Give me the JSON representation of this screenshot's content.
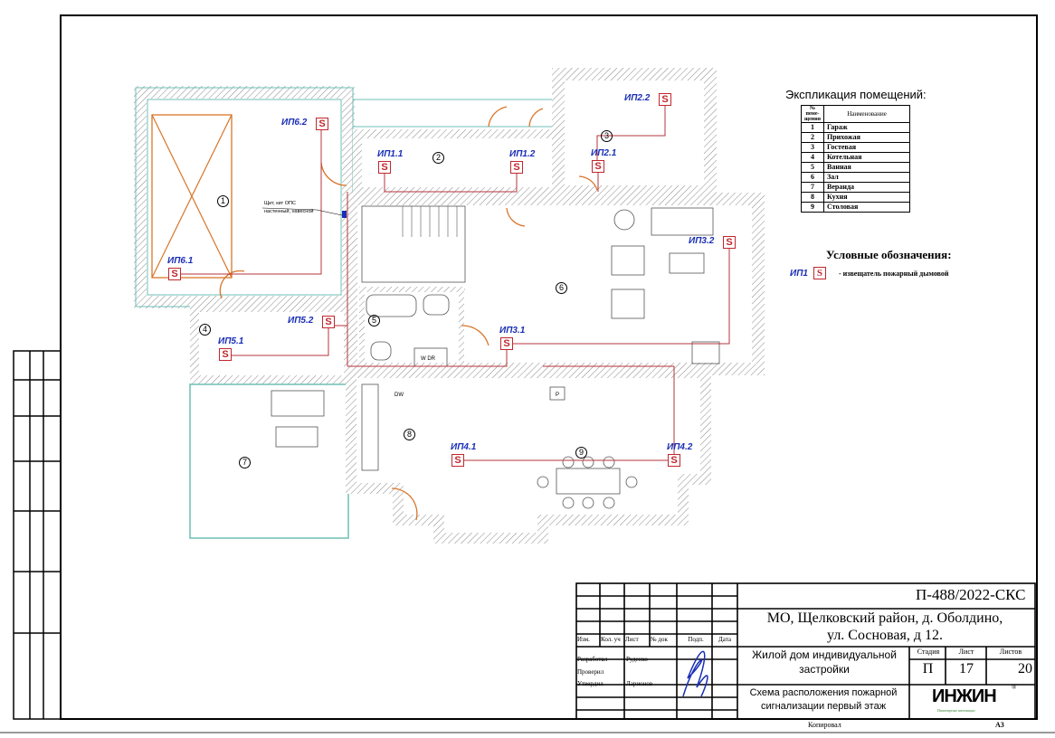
{
  "explication": {
    "title": "Экспликация помещений:",
    "col_num": "№ поме-щения",
    "col_name": "Наименование",
    "rooms": [
      {
        "num": "1",
        "name": "Гараж"
      },
      {
        "num": "2",
        "name": "Прихожая"
      },
      {
        "num": "3",
        "name": "Гостевая"
      },
      {
        "num": "4",
        "name": "Котельная"
      },
      {
        "num": "5",
        "name": "Ванная"
      },
      {
        "num": "6",
        "name": "Зал"
      },
      {
        "num": "7",
        "name": "Веранда"
      },
      {
        "num": "8",
        "name": "Кухня"
      },
      {
        "num": "9",
        "name": "Столовая"
      }
    ]
  },
  "legend": {
    "title": "Условные обозначения:",
    "symbol_tag": "ИП1",
    "symbol_glyph": "S",
    "description": "- извещатель пожарный дымовой"
  },
  "plan": {
    "panel_label_1": "Щит, кит ОПС",
    "panel_label_2": "настенный, навесной",
    "room_numbers": [
      "1",
      "2",
      "3",
      "4",
      "5",
      "6",
      "7",
      "8",
      "9"
    ],
    "detectors": [
      "ИП6.2",
      "ИП1.1",
      "ИП1.2",
      "ИП2.2",
      "ИП2.1",
      "ИП3.2",
      "ИП3.1",
      "ИП6.1",
      "ИП5.2",
      "ИП5.1",
      "ИП4.1",
      "ИП4.2"
    ],
    "fixture_labels": {
      "wd": "W DR",
      "dw": "DW",
      "p": "P"
    },
    "colors": {
      "wall": "#6fbfb4",
      "wire": "#b5363c",
      "detector": "#c0272d",
      "tag": "#1a2fb5",
      "door": "#d9752a"
    }
  },
  "title_block": {
    "code": "П-488/2022-СКС",
    "address_1": "МО, Щелковский район, д. Оболдино,",
    "address_2": "ул. Сосновая, д 12.",
    "object_1": "Жилой дом индивидуальной",
    "object_2": "застройки",
    "sheet_title_1": "Схема расположения пожарной",
    "sheet_title_2": "сигнализации первый этаж",
    "stage_label": "Стадия",
    "sheet_label": "Лист",
    "sheets_label": "Листов",
    "stage": "П",
    "sheet": "17",
    "sheets": "20",
    "headers": [
      "Изм.",
      "Кол. уч",
      "Лист",
      "№ док",
      "Подп.",
      "Дата"
    ],
    "roles": [
      {
        "role": "Разработал",
        "name": "Руденко"
      },
      {
        "role": "Проверил",
        "name": ""
      },
      {
        "role": "Утвердил",
        "name": "Ларионов"
      }
    ],
    "logo": "ИНЖИН",
    "logo_sub": "Инженерные инновации",
    "copied": "Копировал",
    "format": "А3"
  }
}
